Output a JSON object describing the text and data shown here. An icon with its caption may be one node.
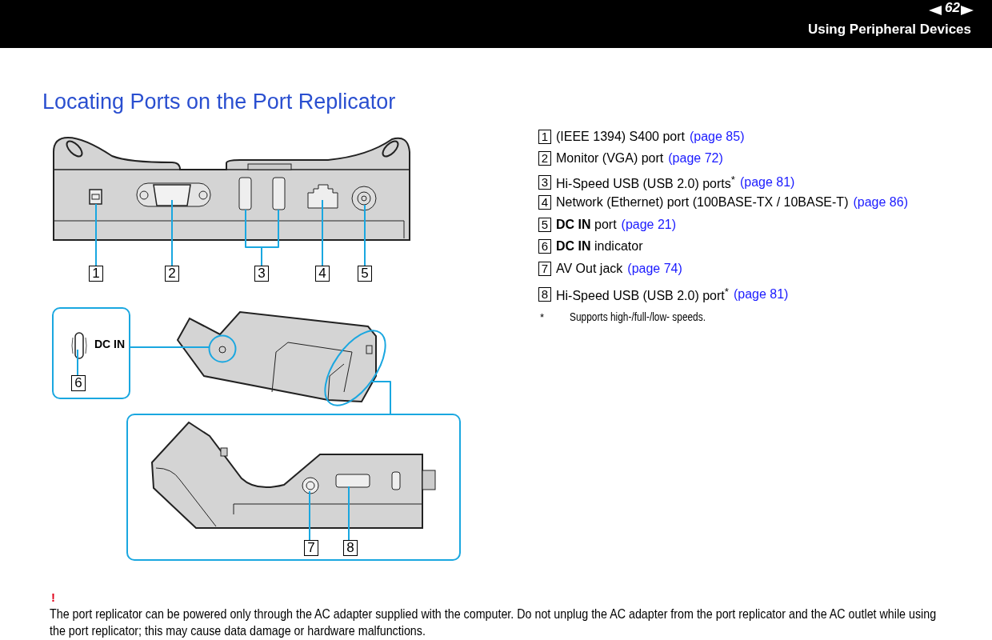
{
  "diagram": {
    "title": "Locating Ports on the Port Replicator",
    "nodes": [
      {
        "text": [
          "1"
        ]
      },
      {
        "text": [
          "2"
        ]
      },
      {
        "text": [
          "3"
        ]
      },
      {
        "text": [
          "4"
        ]
      },
      {
        "text": [
          "5"
        ]
      },
      {
        "text": [
          "DC IN"
        ]
      },
      {
        "text": [
          "6"
        ],
        "in": 5
      },
      {
        "text": [],
        "shape": "circle"
      },
      {
        "text": [],
        "shape": "circle"
      },
      {
        "text": [],
        "shape": "box"
      },
      {
        "text": [
          "7"
        ],
        "in": 9
      },
      {
        "text": [
          "8"
        ],
        "in": 9
      }
    ],
    "edges": [
      {
        "from": 0,
        "to": null,
        "arrow": "none"
      },
      {
        "from": 1,
        "to": null,
        "arrow": "none"
      },
      {
        "from": 2,
        "to": null,
        "arrow": "none"
      },
      {
        "from": 2,
        "to": null,
        "arrow": "none"
      },
      {
        "from": 3,
        "to": null,
        "arrow": "none"
      },
      {
        "from": 4,
        "to": null,
        "arrow": "none"
      },
      {
        "from": 6,
        "to": null,
        "arrow": "none"
      },
      {
        "from": 5,
        "to": 7,
        "arrow": "none"
      },
      {
        "from": 9,
        "to": 8,
        "arrow": "none"
      },
      {
        "from": 10,
        "to": null,
        "arrow": "none"
      },
      {
        "from": 11,
        "to": null,
        "arrow": "none"
      }
    ],
    "labels": [
      "62",
      "Using Peripheral Devices",
      "1",
      "(IEEE 1394) S400 port",
      "(page 85)",
      "2",
      "Monitor (VGA) port",
      "(page 72)",
      "3",
      "Hi-Speed USB (USB 2.0) ports$^{*}$",
      "(page 81)",
      "4",
      "Network (Ethernet) port (100BASE-TX / 10BASE-T)",
      "(page 86)",
      "5",
      "**DC IN** port",
      "(page 21)",
      "6",
      "**DC IN** indicator",
      "7",
      "AV Out jack",
      "(page 74)",
      "8",
      "Hi-Speed USB (USB 2.0) port$^{*}$",
      "(page 81)",
      "*",
      "Supports high-/full-/low- speeds.",
      "!",
      "The port replicator can be powered only through the AC adapter supplied with the computer. Do not unplug the AC adapter from the port replicator and the AC outlet while using the port replicator; this may cause data damage or hardware malfunctions."
    ]
  }
}
